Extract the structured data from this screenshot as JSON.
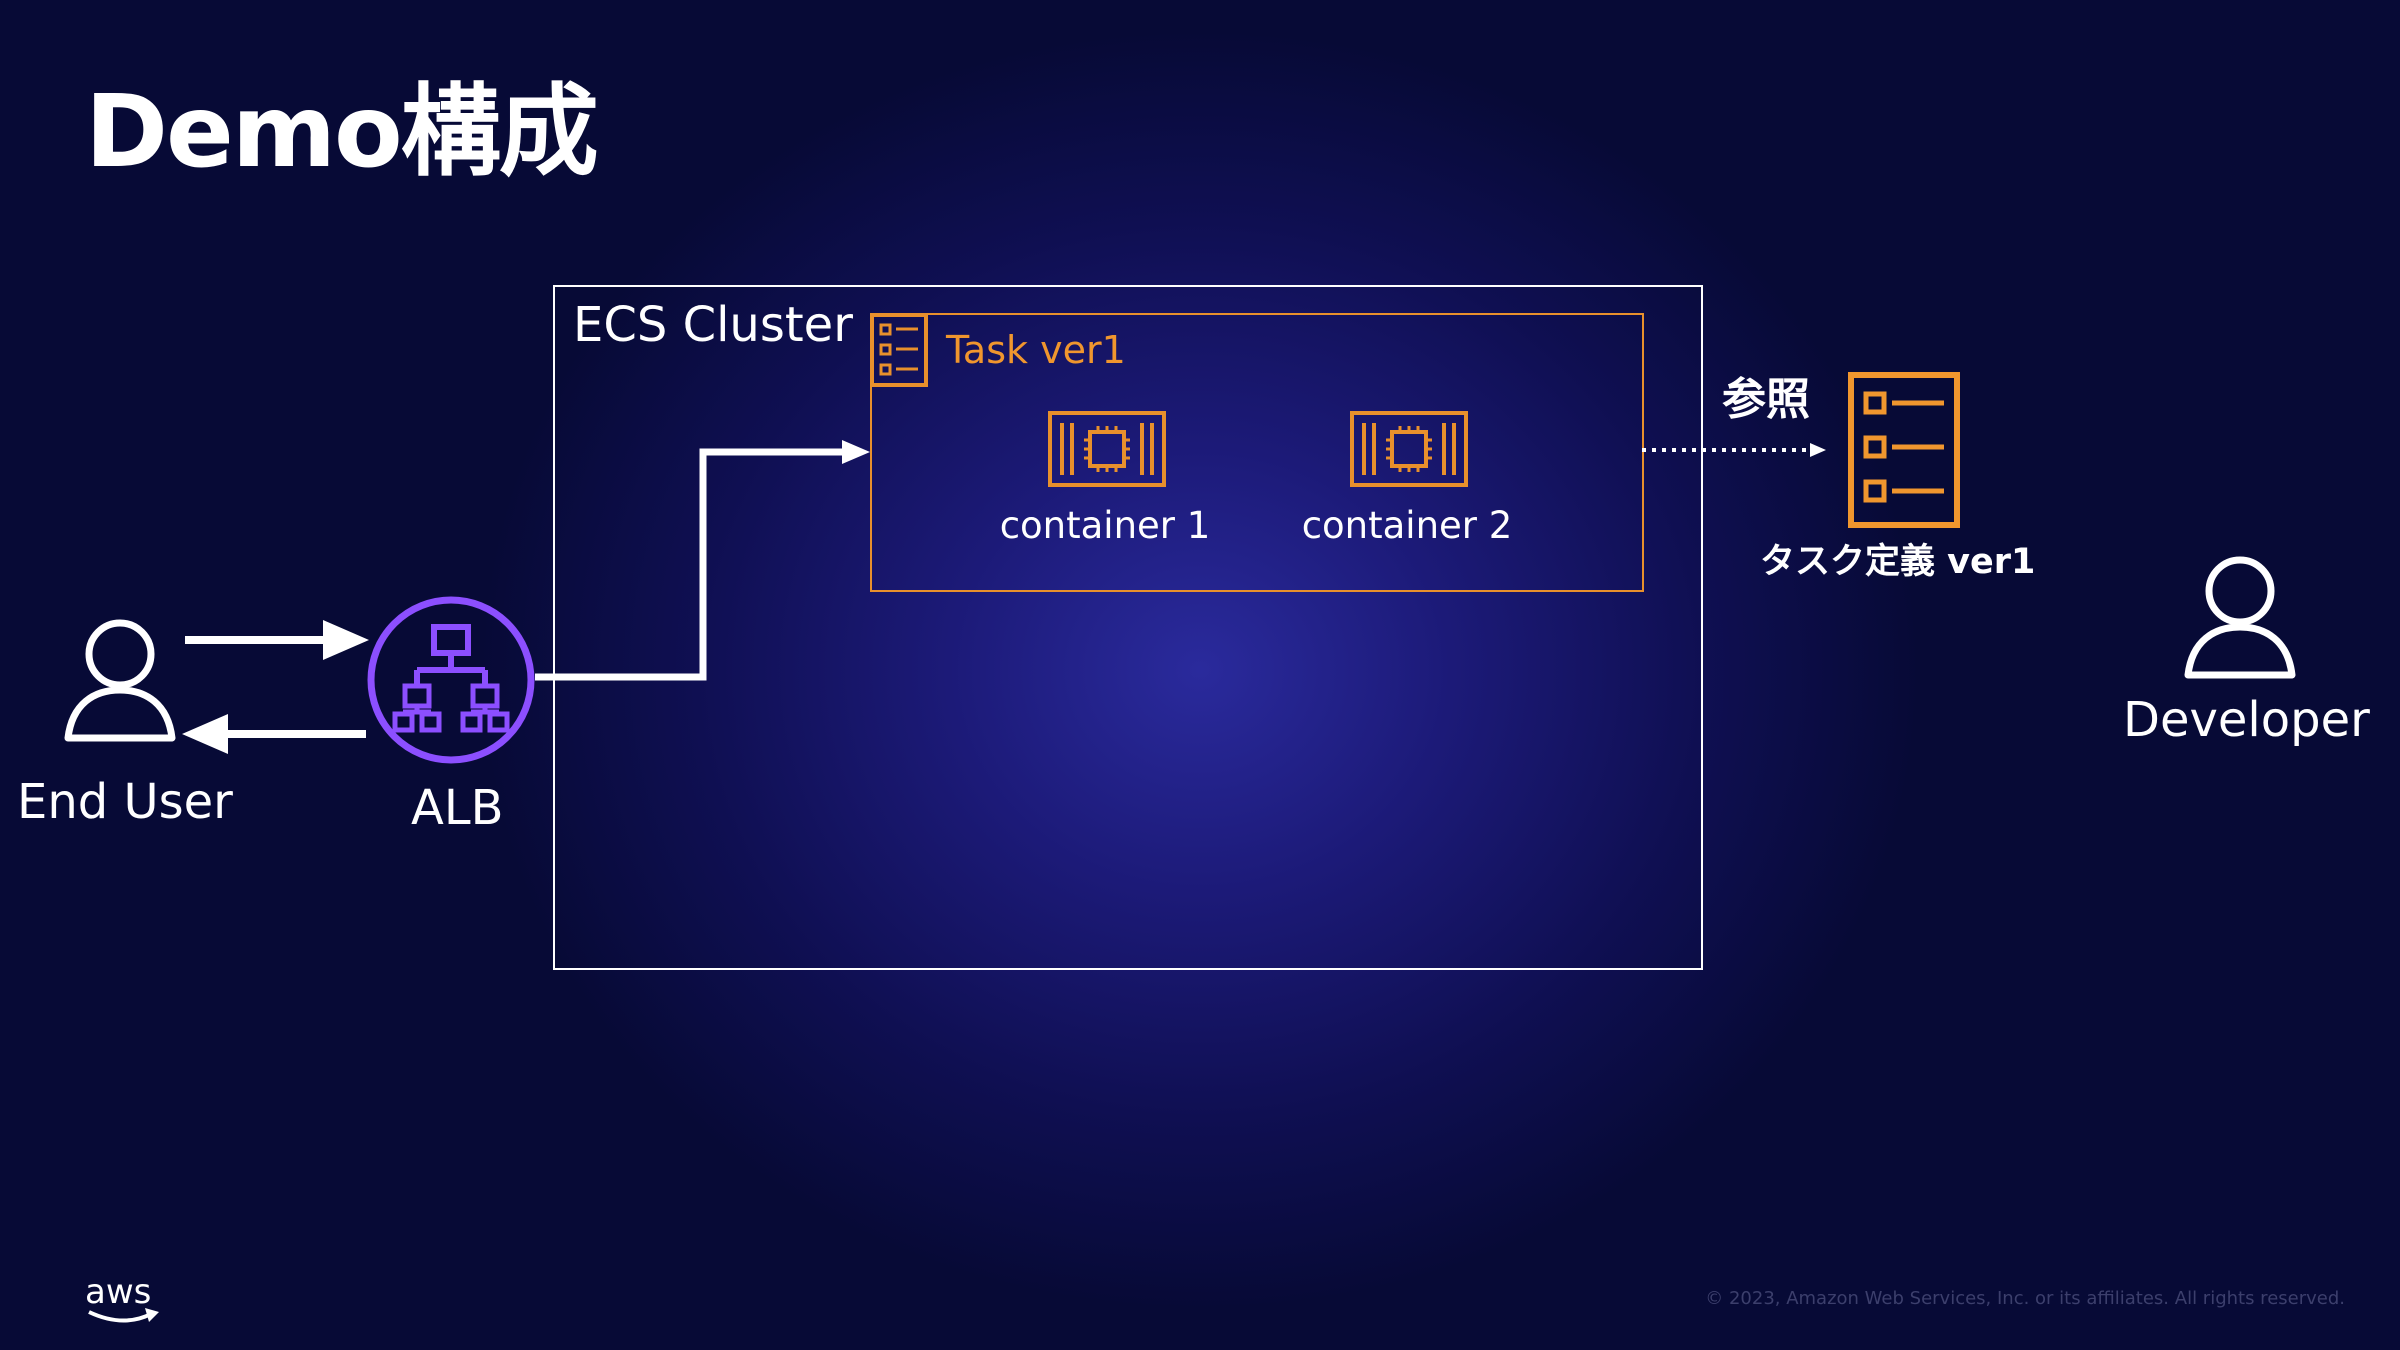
{
  "title": "Demo構成",
  "cluster": {
    "label": "ECS Cluster"
  },
  "task": {
    "label": "Task ver1",
    "containers": [
      {
        "label": "container 1"
      },
      {
        "label": "container 2"
      }
    ]
  },
  "reference": {
    "arrow_label": "参照",
    "task_definition_label": "タスク定義 ver1"
  },
  "nodes": {
    "end_user": {
      "label": "End User",
      "icon": "user-icon"
    },
    "alb": {
      "label": "ALB",
      "icon": "load-balancer-icon"
    },
    "developer": {
      "label": "Developer",
      "icon": "user-icon"
    }
  },
  "footer": {
    "logo_text": "aws",
    "copyright": "© 2023, Amazon Web Services, Inc. or its affiliates. All rights reserved."
  },
  "colors": {
    "background": "#0f0f52",
    "task_orange": "#e8902c",
    "alb_purple": "#8c4fff",
    "line_white": "#ffffff"
  }
}
